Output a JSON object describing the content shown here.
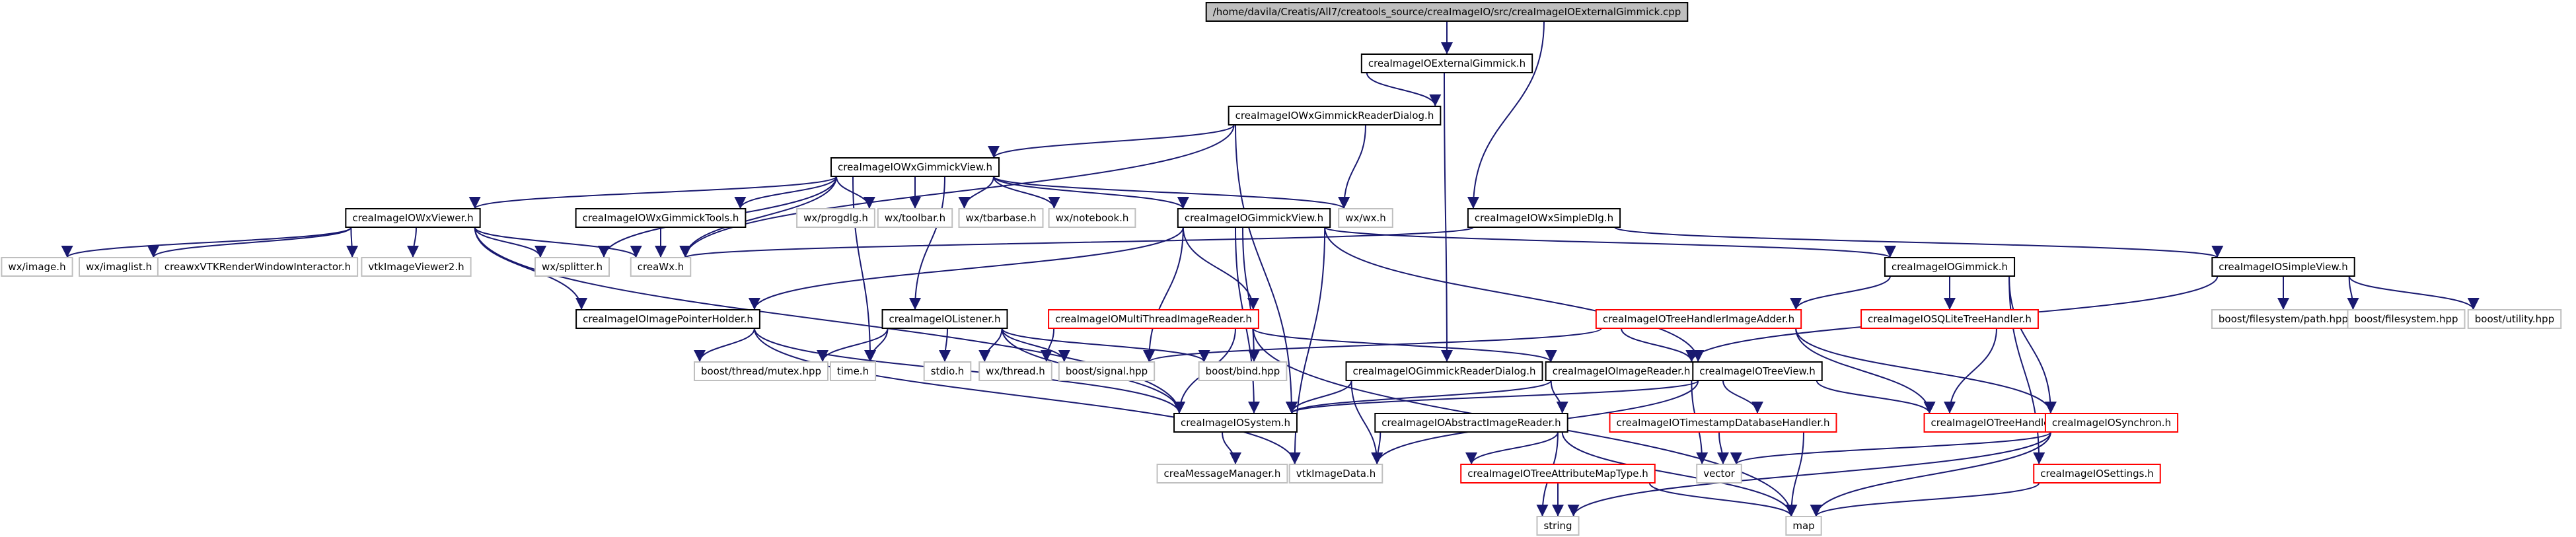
{
  "colors": {
    "edge": "#191970",
    "root_fill": "#bfbfbf",
    "black": "#000000",
    "red": "#ff0000",
    "gray": "#bfbfbf"
  },
  "nodes": [
    {
      "id": "root",
      "label": "/home/davila/Creatis/All7/creatools_source/creaImageIO/src/creaImageIOExternalGimmick.cpp",
      "style": "root"
    },
    {
      "id": "ExternalGimmick",
      "label": "creaImageIOExternalGimmick.h",
      "style": "black"
    },
    {
      "id": "WxGimmickReaderDialog",
      "label": "creaImageIOWxGimmickReaderDialog.h",
      "style": "black"
    },
    {
      "id": "WxGimmickView",
      "label": "creaImageIOWxGimmickView.h",
      "style": "black"
    },
    {
      "id": "WxViewer",
      "label": "creaImageIOWxViewer.h",
      "style": "black"
    },
    {
      "id": "WxGimmickTools",
      "label": "creaImageIOWxGimmickTools.h",
      "style": "black"
    },
    {
      "id": "progdlg",
      "label": "wx/progdlg.h",
      "style": "gray"
    },
    {
      "id": "toolbar",
      "label": "wx/toolbar.h",
      "style": "gray"
    },
    {
      "id": "tbarbase",
      "label": "wx/tbarbase.h",
      "style": "gray"
    },
    {
      "id": "notebook",
      "label": "wx/notebook.h",
      "style": "gray"
    },
    {
      "id": "GimmickView",
      "label": "creaImageIOGimmickView.h",
      "style": "black"
    },
    {
      "id": "wxwx",
      "label": "wx/wx.h",
      "style": "gray"
    },
    {
      "id": "WxSimpleDlg",
      "label": "creaImageIOWxSimpleDlg.h",
      "style": "black"
    },
    {
      "id": "wximage",
      "label": "wx/image.h",
      "style": "gray"
    },
    {
      "id": "wximaglist",
      "label": "wx/imaglist.h",
      "style": "gray"
    },
    {
      "id": "creawxVTK",
      "label": "creawxVTKRenderWindowInteractor.h",
      "style": "gray"
    },
    {
      "id": "vtkImageViewer2",
      "label": "vtkImageViewer2.h",
      "style": "gray"
    },
    {
      "id": "splitter",
      "label": "wx/splitter.h",
      "style": "gray"
    },
    {
      "id": "creaWx",
      "label": "creaWx.h",
      "style": "gray"
    },
    {
      "id": "Gimmick",
      "label": "creaImageIOGimmick.h",
      "style": "black"
    },
    {
      "id": "SimpleView",
      "label": "creaImageIOSimpleView.h",
      "style": "black"
    },
    {
      "id": "ImagePointerHolder",
      "label": "creaImageIOImagePointerHolder.h",
      "style": "black"
    },
    {
      "id": "Listener",
      "label": "creaImageIOListener.h",
      "style": "black"
    },
    {
      "id": "MultiThreadImageReader",
      "label": "creaImageIOMultiThreadImageReader.h",
      "style": "red"
    },
    {
      "id": "TreeHandlerImageAdder",
      "label": "creaImageIOTreeHandlerImageAdder.h",
      "style": "red"
    },
    {
      "id": "SQLiteTreeHandler",
      "label": "creaImageIOSQLiteTreeHandler.h",
      "style": "red"
    },
    {
      "id": "fspath",
      "label": "boost/filesystem/path.hpp",
      "style": "gray"
    },
    {
      "id": "fs",
      "label": "boost/filesystem.hpp",
      "style": "gray"
    },
    {
      "id": "utility",
      "label": "boost/utility.hpp",
      "style": "gray"
    },
    {
      "id": "threadmutex",
      "label": "boost/thread/mutex.hpp",
      "style": "gray"
    },
    {
      "id": "timeh",
      "label": "time.h",
      "style": "gray"
    },
    {
      "id": "stdio",
      "label": "stdio.h",
      "style": "gray"
    },
    {
      "id": "wxthread",
      "label": "wx/thread.h",
      "style": "gray"
    },
    {
      "id": "signal",
      "label": "boost/signal.hpp",
      "style": "gray"
    },
    {
      "id": "bind",
      "label": "boost/bind.hpp",
      "style": "gray"
    },
    {
      "id": "GimmickReaderDialog",
      "label": "creaImageIOGimmickReaderDialog.h",
      "style": "black"
    },
    {
      "id": "ImageReader",
      "label": "creaImageIOImageReader.h",
      "style": "black"
    },
    {
      "id": "TreeView",
      "label": "creaImageIOTreeView.h",
      "style": "black"
    },
    {
      "id": "TreeHandler",
      "label": "creaImageIOTreeHandler.h",
      "style": "red"
    },
    {
      "id": "System",
      "label": "creaImageIOSystem.h",
      "style": "black"
    },
    {
      "id": "AbstractImageReader",
      "label": "creaImageIOAbstractImageReader.h",
      "style": "black"
    },
    {
      "id": "TimestampDB",
      "label": "creaImageIOTimestampDatabaseHandler.h",
      "style": "red"
    },
    {
      "id": "Synchron",
      "label": "creaImageIOSynchron.h",
      "style": "red"
    },
    {
      "id": "MessageManager",
      "label": "creaMessageManager.h",
      "style": "gray"
    },
    {
      "id": "vtkImageData",
      "label": "vtkImageData.h",
      "style": "gray"
    },
    {
      "id": "TreeAttributeMapType",
      "label": "creaImageIOTreeAttributeMapType.h",
      "style": "red"
    },
    {
      "id": "vector",
      "label": "vector",
      "style": "gray"
    },
    {
      "id": "Settings",
      "label": "creaImageIOSettings.h",
      "style": "red"
    },
    {
      "id": "string",
      "label": "string",
      "style": "gray"
    },
    {
      "id": "map",
      "label": "map",
      "style": "gray"
    }
  ],
  "edges": [
    [
      "root",
      "ExternalGimmick"
    ],
    [
      "root",
      "WxSimpleDlg"
    ],
    [
      "ExternalGimmick",
      "WxGimmickReaderDialog"
    ],
    [
      "ExternalGimmick",
      "GimmickReaderDialog"
    ],
    [
      "WxGimmickReaderDialog",
      "WxGimmickView"
    ],
    [
      "WxGimmickReaderDialog",
      "wxwx"
    ],
    [
      "WxGimmickReaderDialog",
      "creaWx"
    ],
    [
      "WxGimmickReaderDialog",
      "System"
    ],
    [
      "WxGimmickView",
      "WxViewer"
    ],
    [
      "WxGimmickView",
      "WxGimmickTools"
    ],
    [
      "WxGimmickView",
      "progdlg"
    ],
    [
      "WxGimmickView",
      "toolbar"
    ],
    [
      "WxGimmickView",
      "tbarbase"
    ],
    [
      "WxGimmickView",
      "notebook"
    ],
    [
      "WxGimmickView",
      "GimmickView"
    ],
    [
      "WxGimmickView",
      "wxwx"
    ],
    [
      "WxGimmickView",
      "splitter"
    ],
    [
      "WxGimmickView",
      "creaWx"
    ],
    [
      "WxGimmickView",
      "timeh"
    ],
    [
      "WxGimmickView",
      "Listener"
    ],
    [
      "WxViewer",
      "wximage"
    ],
    [
      "WxViewer",
      "wximaglist"
    ],
    [
      "WxViewer",
      "creawxVTK"
    ],
    [
      "WxViewer",
      "vtkImageViewer2"
    ],
    [
      "WxViewer",
      "splitter"
    ],
    [
      "WxViewer",
      "creaWx"
    ],
    [
      "WxViewer",
      "ImagePointerHolder"
    ],
    [
      "WxViewer",
      "System"
    ],
    [
      "WxGimmickTools",
      "creaWx"
    ],
    [
      "GimmickView",
      "Gimmick"
    ],
    [
      "GimmickView",
      "MultiThreadImageReader"
    ],
    [
      "GimmickView",
      "ImagePointerHolder"
    ],
    [
      "GimmickView",
      "TreeView"
    ],
    [
      "GimmickView",
      "System"
    ],
    [
      "GimmickView",
      "signal"
    ],
    [
      "GimmickView",
      "bind"
    ],
    [
      "GimmickView",
      "vtkImageData"
    ],
    [
      "WxSimpleDlg",
      "creaWx"
    ],
    [
      "WxSimpleDlg",
      "SimpleView"
    ],
    [
      "Gimmick",
      "TreeHandlerImageAdder"
    ],
    [
      "Gimmick",
      "SQLiteTreeHandler"
    ],
    [
      "Gimmick",
      "Synchron"
    ],
    [
      "Gimmick",
      "Settings"
    ],
    [
      "SimpleView",
      "fspath"
    ],
    [
      "SimpleView",
      "fs"
    ],
    [
      "SimpleView",
      "utility"
    ],
    [
      "SimpleView",
      "ImageReader"
    ],
    [
      "ImagePointerHolder",
      "threadmutex"
    ],
    [
      "ImagePointerHolder",
      "vtkImageData"
    ],
    [
      "ImagePointerHolder",
      "System"
    ],
    [
      "Listener",
      "threadmutex"
    ],
    [
      "Listener",
      "timeh"
    ],
    [
      "Listener",
      "stdio"
    ],
    [
      "Listener",
      "wxthread"
    ],
    [
      "Listener",
      "signal"
    ],
    [
      "Listener",
      "bind"
    ],
    [
      "Listener",
      "System"
    ],
    [
      "MultiThreadImageReader",
      "wxthread"
    ],
    [
      "MultiThreadImageReader",
      "ImageReader"
    ],
    [
      "MultiThreadImageReader",
      "System"
    ],
    [
      "MultiThreadImageReader",
      "map"
    ],
    [
      "TreeHandlerImageAdder",
      "ImageReader"
    ],
    [
      "TreeHandlerImageAdder",
      "signal"
    ],
    [
      "TreeHandlerImageAdder",
      "TreeHandler"
    ],
    [
      "TreeHandlerImageAdder",
      "Synchron"
    ],
    [
      "SQLiteTreeHandler",
      "TreeHandler"
    ],
    [
      "GimmickReaderDialog",
      "System"
    ],
    [
      "GimmickReaderDialog",
      "vtkImageData"
    ],
    [
      "ImageReader",
      "System"
    ],
    [
      "ImageReader",
      "AbstractImageReader"
    ],
    [
      "ImageReader",
      "vector"
    ],
    [
      "TreeView",
      "TreeHandler"
    ],
    [
      "TreeView",
      "TimestampDB"
    ],
    [
      "TreeView",
      "System"
    ],
    [
      "TreeView",
      "vtkImageData"
    ],
    [
      "System",
      "MessageManager"
    ],
    [
      "AbstractImageReader",
      "vtkImageData"
    ],
    [
      "AbstractImageReader",
      "TreeAttributeMapType"
    ],
    [
      "AbstractImageReader",
      "string"
    ],
    [
      "AbstractImageReader",
      "map"
    ],
    [
      "TimestampDB",
      "vector"
    ],
    [
      "TimestampDB",
      "map"
    ],
    [
      "Synchron",
      "vector"
    ],
    [
      "Synchron",
      "string"
    ],
    [
      "Synchron",
      "map"
    ],
    [
      "TreeAttributeMapType",
      "string"
    ],
    [
      "TreeAttributeMapType",
      "map"
    ],
    [
      "Settings",
      "map"
    ]
  ]
}
